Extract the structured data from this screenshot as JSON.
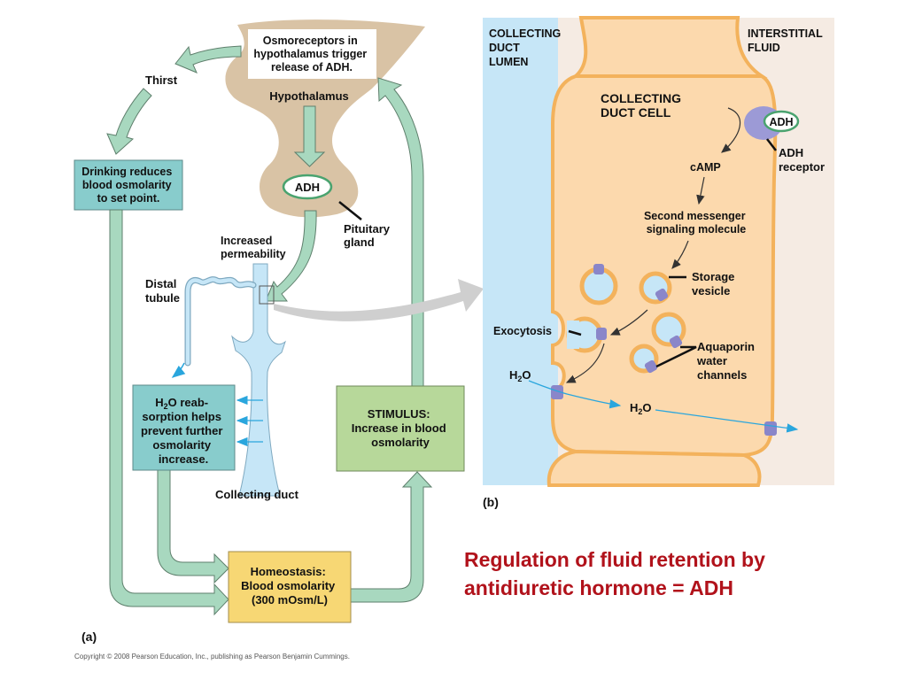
{
  "title": {
    "line1": "Regulation of fluid retention by",
    "line2": "antidiuretic hormone = ADH",
    "color": "#b1121b"
  },
  "panel_a": {
    "label": "(a)",
    "osmoreceptor_box": [
      "Osmoreceptors  in",
      "hypothalamus trigger",
      "release of ADH."
    ],
    "hypothalamus_label": "Hypothalamus",
    "adh_label": "ADH",
    "pituitary_label": [
      "Pituitary",
      "gland"
    ],
    "thirst_label": "Thirst",
    "drinking_box": [
      "Drinking reduces",
      "blood osmolarity",
      "to set point."
    ],
    "increased_permeability": [
      "Increased",
      "permeability"
    ],
    "distal_tubule": [
      "Distal",
      "tubule"
    ],
    "reabsorption_box": {
      "line1_prefix": "H",
      "line1_sub": "2",
      "line1_suffix": "O reab-",
      "rest": [
        "sorption helps",
        "prevent further",
        "osmolarity",
        "increase."
      ]
    },
    "collecting_duct_label": "Collecting duct",
    "stimulus_box": [
      "STIMULUS:",
      "Increase in blood",
      "osmolarity"
    ],
    "homeostasis_box": [
      "Homeostasis:",
      "Blood osmolarity",
      "(300 mOsm/L)"
    ]
  },
  "panel_b": {
    "label": "(b)",
    "lumen_label": [
      "COLLECTING",
      "DUCT",
      "LUMEN"
    ],
    "interstitial_label": [
      "INTERSTITIAL",
      "FLUID"
    ],
    "cell_label": [
      "COLLECTING",
      "DUCT CELL"
    ],
    "adh_label": "ADH",
    "adh_receptor_label": [
      "ADH",
      "receptor"
    ],
    "camp_label": "cAMP",
    "second_messenger_label": [
      "Second messenger",
      "signaling molecule"
    ],
    "storage_vesicle_label": [
      "Storage",
      "vesicle"
    ],
    "exocytosis_label": "Exocytosis",
    "aquaporin_label": [
      "Aquaporin",
      "water",
      "channels"
    ],
    "h2o_left": {
      "prefix": "H",
      "sub": "2",
      "suffix": "O"
    },
    "h2o_mid": {
      "prefix": "H",
      "sub": "2",
      "suffix": "O"
    }
  },
  "copyright": "Copyright © 2008 Pearson Education, Inc., publishing as Pearson Benjamin Cummings.",
  "colors": {
    "arrow_green": "#a8d8bf",
    "arrow_stroke": "#5e7f6c",
    "teal_box": "#88cccc",
    "stimulus_box": "#b7d89a",
    "homeostasis_box": "#f7d774",
    "hypothalamus": "#d9c3a5",
    "lumen": "#c6e6f7",
    "interstitial": "#f5ebe3",
    "cell_fill": "#fcd9ad",
    "cell_border": "#f3b25c",
    "aquaporin": "#8a86c9"
  }
}
